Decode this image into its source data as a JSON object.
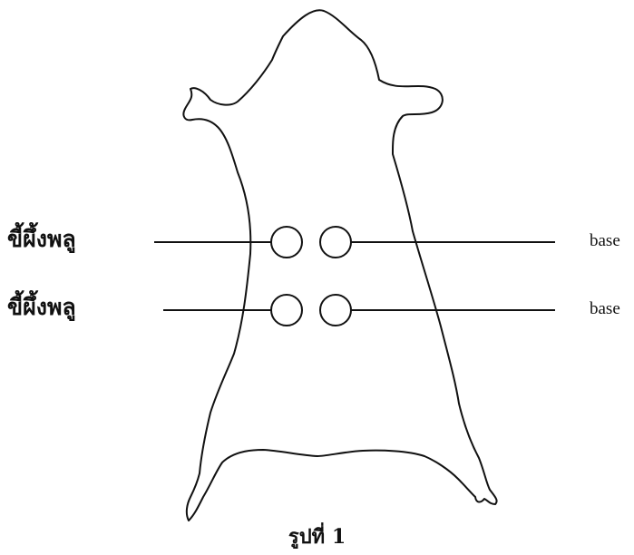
{
  "labels": {
    "left_upper": "ขี้ผึ้งพลู",
    "left_lower": "ขี้ผึ้งพลู",
    "right_upper": "base",
    "right_lower": "base"
  },
  "caption": "รูปที่ 1",
  "colors": {
    "stroke": "#111111",
    "background": "#ffffff"
  }
}
